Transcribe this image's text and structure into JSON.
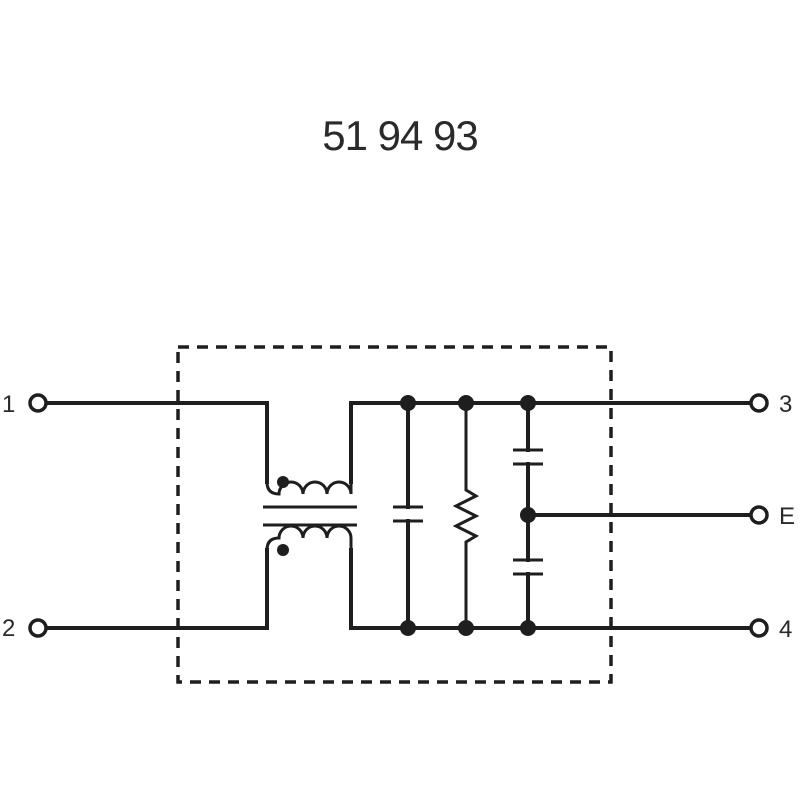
{
  "diagram": {
    "part_number": "51 94 93",
    "terminals": {
      "t1": "1",
      "t2": "2",
      "t3": "3",
      "te": "E",
      "t4": "4"
    }
  }
}
